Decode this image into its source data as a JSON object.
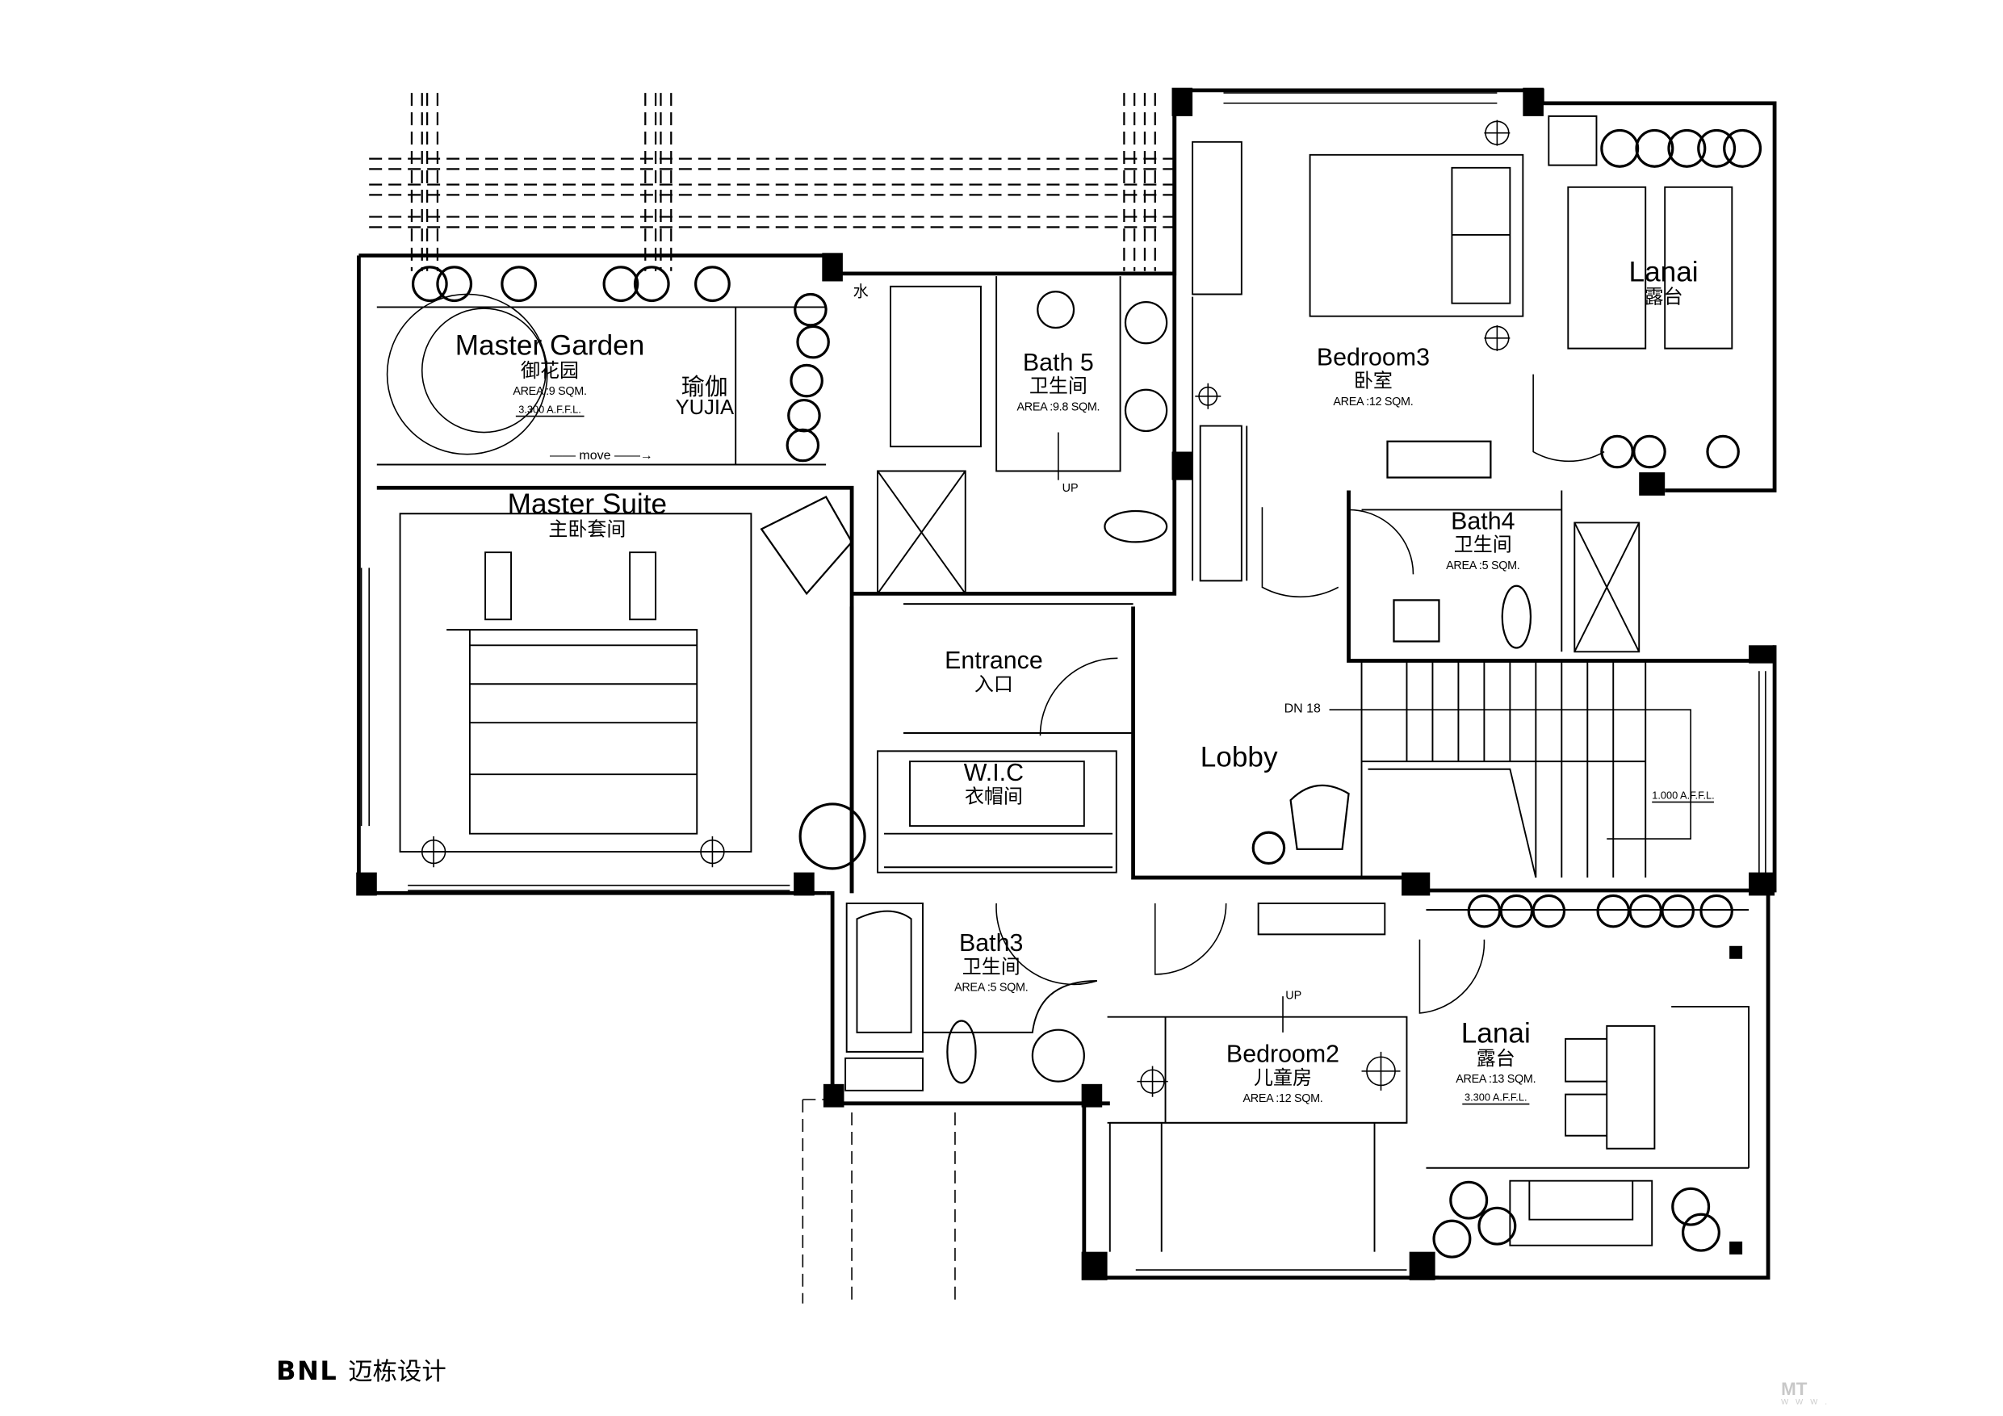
{
  "drawing": {
    "type": "architectural floor plan",
    "colors": {
      "line": "#000000",
      "background": "#ffffff",
      "watermark": "#c8c8c8"
    }
  },
  "rooms": [
    {
      "id": "master-garden",
      "name_en": "Master Garden",
      "name_cn": "御花园",
      "area": "AREA :9 SQM.",
      "level": "3.300 A.F.F.L.",
      "note": "move"
    },
    {
      "id": "yoga",
      "name_cn": "瑜伽",
      "name_en": "YUJIA"
    },
    {
      "id": "bath5",
      "name_en": "Bath 5",
      "name_cn": "卫生间",
      "area": "AREA :9.8 SQM.",
      "stair": "UP"
    },
    {
      "id": "bedroom3",
      "name_en": "Bedroom3",
      "name_cn": "卧室",
      "area": "AREA :12 SQM."
    },
    {
      "id": "lanai-top",
      "name_en": "Lanai",
      "name_cn": "露台"
    },
    {
      "id": "master-suite",
      "name_en": "Master Suite",
      "name_cn": "主卧套间"
    },
    {
      "id": "bath4",
      "name_en": "Bath4",
      "name_cn": "卫生间",
      "area": "AREA :5 SQM."
    },
    {
      "id": "entrance",
      "name_en": "Entrance",
      "name_cn": "入口"
    },
    {
      "id": "lobby",
      "name_en": "Lobby",
      "stair_note": "DN 18",
      "level": "1.000 A.F.F.L."
    },
    {
      "id": "wic",
      "name_en": "W.I.C",
      "name_cn": "衣帽间"
    },
    {
      "id": "bath3",
      "name_en": "Bath3",
      "name_cn": "卫生间",
      "area": "AREA :5 SQM."
    },
    {
      "id": "bedroom2",
      "name_en": "Bedroom2",
      "name_cn": "儿童房",
      "area": "AREA :12 SQM.",
      "stair": "UP"
    },
    {
      "id": "lanai-bottom",
      "name_en": "Lanai",
      "name_cn": "露台",
      "area": "AREA :13 SQM.",
      "level": "3.300 A.F.F.L."
    }
  ],
  "symbols": {
    "water": "水"
  },
  "footer": {
    "brand": "BNL",
    "brand_cn": "迈栋设计"
  },
  "watermark": {
    "text": "MT",
    "sub": "W W W ."
  }
}
